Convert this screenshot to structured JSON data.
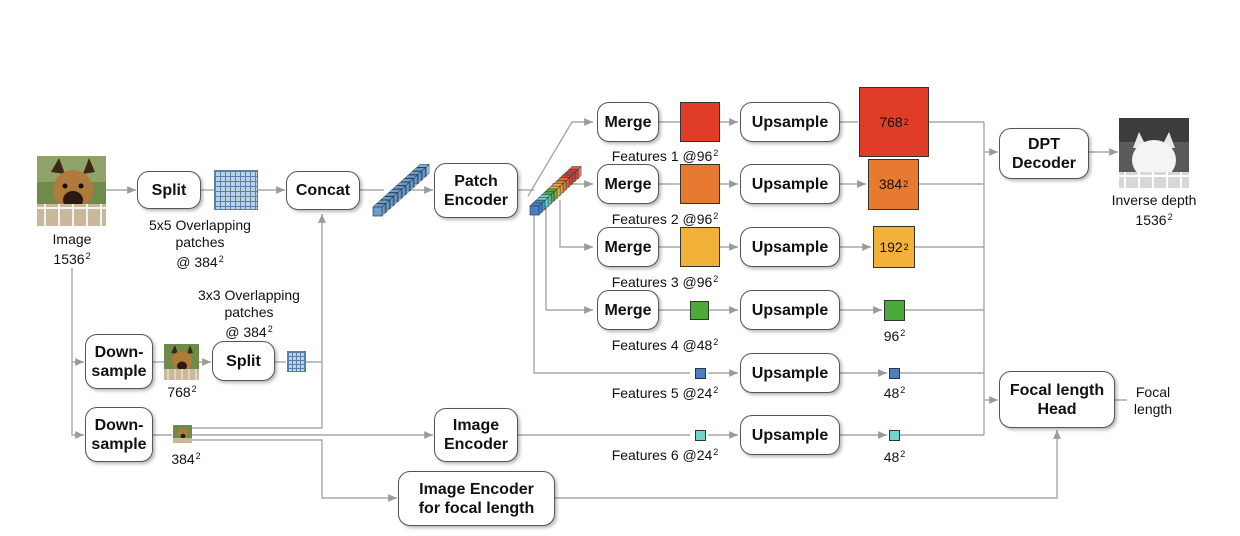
{
  "input": {
    "label": "Image",
    "size": "1536"
  },
  "output": {
    "label": "Inverse depth",
    "size": "1536"
  },
  "focal_output": {
    "label_line1": "Focal",
    "label_line2": "length"
  },
  "boxes": {
    "split_top": "Split",
    "concat": "Concat",
    "patch_encoder_l1": "Patch",
    "patch_encoder_l2": "Encoder",
    "downsample1_l1": "Down-",
    "downsample1_l2": "sample",
    "downsample2_l1": "Down-",
    "downsample2_l2": "sample",
    "split_mid": "Split",
    "image_encoder_l1": "Image",
    "image_encoder_l2": "Encoder",
    "focal_encoder_l1": "Image Encoder",
    "focal_encoder_l2": "for focal length",
    "merge": "Merge",
    "upsample": "Upsample",
    "dpt_l1": "DPT",
    "dpt_l2": "Decoder",
    "focal_head_l1": "Focal length",
    "focal_head_l2": "Head"
  },
  "patch_notes": {
    "top_l1": "5x5 Overlapping",
    "top_l2": "patches",
    "top_l3": "@ 384",
    "mid_l1": "3x3 Overlapping",
    "mid_l2": "patches",
    "mid_l3": "@ 384"
  },
  "downsample_sizes": {
    "first": "768",
    "second": "384"
  },
  "features": [
    {
      "label": "Features 1 @96",
      "out": "768",
      "color": "#e03c28"
    },
    {
      "label": "Features 2 @96",
      "out": "384",
      "color": "#e67a30"
    },
    {
      "label": "Features 3 @96",
      "out": "192",
      "color": "#f2b23a"
    },
    {
      "label": "Features 4 @48",
      "out": "96",
      "color": "#4aab3a"
    },
    {
      "label": "Features 5 @24",
      "out": "48",
      "color": "#4a80c0"
    },
    {
      "label": "Features 6 @24",
      "out": "48",
      "color": "#6fd6c8"
    }
  ],
  "superscript": "2"
}
